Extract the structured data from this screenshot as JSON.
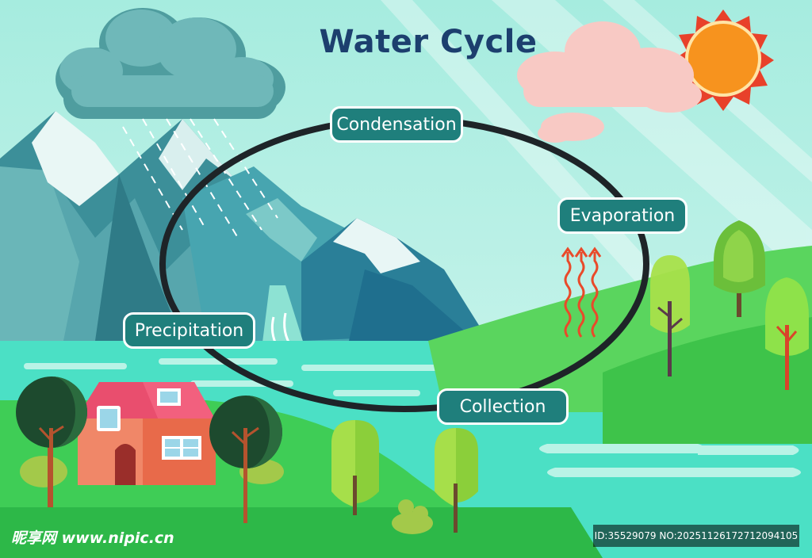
{
  "title": "Water Cycle",
  "stages": {
    "condensation": "Condensation",
    "evaporation": "Evaporation",
    "precipitation": "Precipitation",
    "collection": "Collection"
  },
  "watermark": {
    "site": "昵享网 www.nipic.cn",
    "id": "ID:35529079 NO:20251126172712094105"
  },
  "colors": {
    "sky": "#b9eee6",
    "label_bg": "#1f7f7c",
    "title": "#1c3f6e",
    "sun": "#f7931e",
    "cycle_ring": "#1e2428"
  }
}
